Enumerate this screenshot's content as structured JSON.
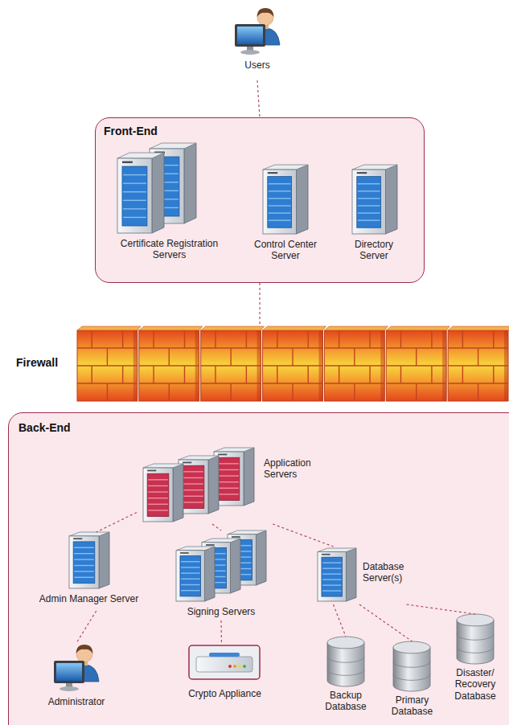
{
  "diagram": {
    "nodes": [
      {
        "text": [
          "Users"
        ]
      },
      {
        "text": [
          "Front-End"
        ]
      },
      {
        "text": [
          "Certificate Registration Servers"
        ],
        "in": 1
      },
      {
        "text": [
          "Control Center Server"
        ],
        "in": 1
      },
      {
        "text": [
          "Directory Server"
        ],
        "in": 1
      },
      {
        "text": [
          "Firewall"
        ]
      },
      {
        "text": [
          "Back-End"
        ]
      },
      {
        "text": [
          "Application Servers"
        ],
        "in": 6
      },
      {
        "text": [
          "Admin Manager Server"
        ],
        "in": 6
      },
      {
        "text": [
          "Signing Servers"
        ],
        "in": 6
      },
      {
        "text": [
          "Database Server(s)"
        ],
        "in": 6
      },
      {
        "text": [
          "Administrator"
        ],
        "in": 6
      },
      {
        "text": [
          "Crypto Appliance"
        ],
        "in": 6
      },
      {
        "text": [
          "Backup Database"
        ],
        "in": 6
      },
      {
        "text": [
          "Primary Database"
        ],
        "in": 6
      },
      {
        "text": [
          "Disaster/ Recovery Database"
        ],
        "in": 6
      }
    ],
    "edges": [
      {
        "from": 0,
        "to": 1,
        "arrow": "none"
      },
      {
        "from": 1,
        "to": 5,
        "arrow": "none"
      },
      {
        "from": 7,
        "to": 8,
        "arrow": "none"
      },
      {
        "from": 7,
        "to": 9,
        "arrow": "none"
      },
      {
        "from": 7,
        "to": 10,
        "arrow": "none"
      },
      {
        "from": 8,
        "to": 11,
        "arrow": "none"
      },
      {
        "from": 9,
        "to": 12,
        "arrow": "none"
      },
      {
        "from": 10,
        "to": 13,
        "arrow": "none"
      },
      {
        "from": 10,
        "to": 14,
        "arrow": "none"
      },
      {
        "from": 10,
        "to": 15,
        "arrow": "none"
      }
    ]
  }
}
